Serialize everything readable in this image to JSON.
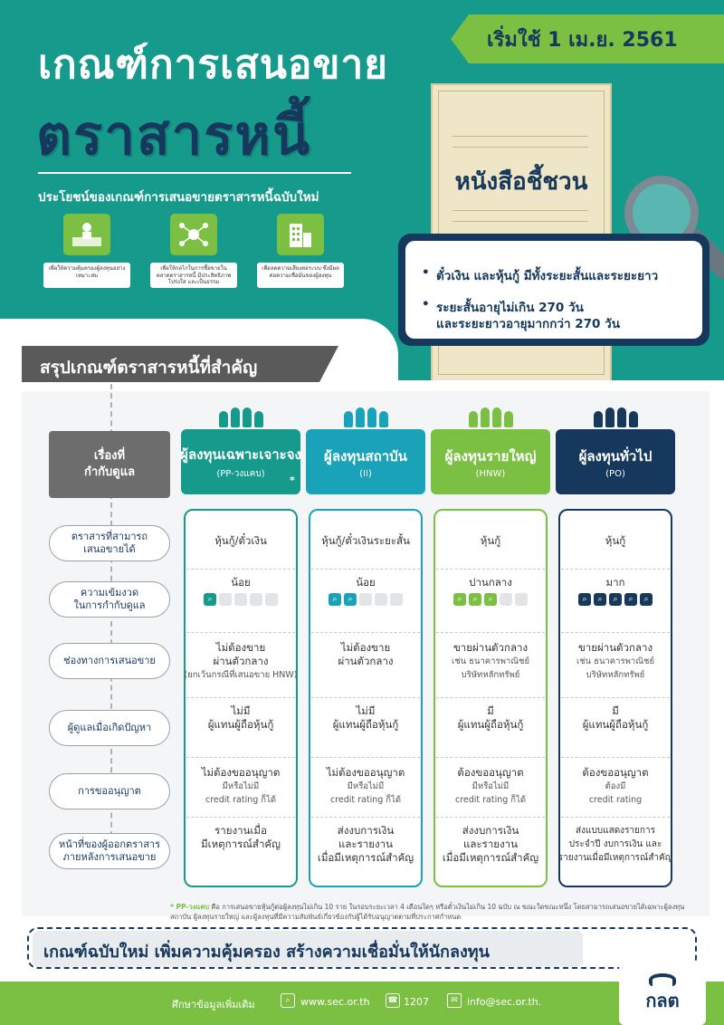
{
  "header": {
    "title_line1": "เกณฑ์การเสนอขาย",
    "title_line2": "ตราสารหนี้",
    "subtitle": "ประโยชน์ของเกณฑ์การเสนอขายตราสารหนี้ฉบับใหม่",
    "start_date": "เริ่มใช้ 1 เม.ย. 2561",
    "benefits": [
      {
        "icon": "investor-shield-icon",
        "caption": "เพื่อให้ความคุ้มครองผู้ลงทุนอย่างเหมาะสม"
      },
      {
        "icon": "network-icon",
        "caption": "เพื่อให้กลไกในการซื้อขายในตลาดตราสารหนี้ มีประสิทธิภาพ โปร่งใส และเป็นธรรม"
      },
      {
        "icon": "building-icon",
        "caption": "เพื่อลดความเสี่ยงต่อระบบ ซึ่งมีผลต่อความเชื่อมั่นของผู้ลงทุน"
      }
    ],
    "prospectus_title": "หนังสือชี้ชวน",
    "callout_bullet1": "ตั๋วเงิน และหุ้นกู้ มีทั้งระยะสั้นและระยะยาว",
    "callout_bullet2_line1": "ระยะสั้นอายุไม่เกิน 270 วัน",
    "callout_bullet2_line2": "และระยะยาวอายุมากกว่า 270 วัน"
  },
  "summary_title": "สรุปเกณฑ์ตราสารหนี้ที่สำคัญ",
  "regulated_header_line1": "เรื่องที่",
  "regulated_header_line2": "กำกับดูแล",
  "row_labels": [
    {
      "line1": "ตราสารที่สามารถ",
      "line2": "เสนอขายได้"
    },
    {
      "line1": "ความเข้มงวด",
      "line2": "ในการกำกับดูแล"
    },
    {
      "line1": "ช่องทางการเสนอขาย",
      "line2": ""
    },
    {
      "line1": "ผู้ดูแลเมื่อเกิดปัญหา",
      "line2": ""
    },
    {
      "line1": "การขออนุญาต",
      "line2": ""
    },
    {
      "line1": "หน้าที่ของผู้ออกตราสาร",
      "line2": "ภายหลังการเสนอขาย"
    }
  ],
  "columns": [
    {
      "name": "ผู้ลงทุนเฉพาะเจาะจง",
      "code": "(PP-วงแคบ)",
      "asterisk": "*",
      "color": "#159a8c",
      "instrument": "หุ้นกู้/ตั๋วเงิน",
      "strictness_label": "น้อย",
      "strictness_level": 1,
      "channel_line1": "ไม่ต้องขาย",
      "channel_line2": "ผ่านตัวกลาง",
      "channel_note": "(ยกเว้นกรณีที่เสนอขาย HNW)",
      "caretaker_line1": "ไม่มี",
      "caretaker_line2": "ผู้แทนผู้ถือหุ้นกู้",
      "permit_line1": "ไม่ต้องขออนุญาต",
      "permit_line2": "มีหรือไม่มี",
      "permit_line3": "credit rating ก็ได้",
      "duty_line1": "รายงานเมื่อ",
      "duty_line2": "มีเหตุการณ์สำคัญ",
      "duty_line3": ""
    },
    {
      "name": "ผู้ลงทุนสถาบัน",
      "code": "(II)",
      "asterisk": "",
      "color": "#1aa3b8",
      "instrument": "หุ้นกู้/ตั๋วเงินระยะสั้น",
      "strictness_label": "น้อย",
      "strictness_level": 2,
      "channel_line1": "ไม่ต้องขาย",
      "channel_line2": "ผ่านตัวกลาง",
      "channel_note": "",
      "caretaker_line1": "ไม่มี",
      "caretaker_line2": "ผู้แทนผู้ถือหุ้นกู้",
      "permit_line1": "ไม่ต้องขออนุญาต",
      "permit_line2": "มีหรือไม่มี",
      "permit_line3": "credit rating ก็ได้",
      "duty_line1": "ส่งงบการเงิน",
      "duty_line2": "และรายงาน",
      "duty_line3": "เมื่อมีเหตุการณ์สำคัญ"
    },
    {
      "name": "ผู้ลงทุนรายใหญ่",
      "code": "(HNW)",
      "asterisk": "",
      "color": "#7bc043",
      "instrument": "หุ้นกู้",
      "strictness_label": "ปานกลาง",
      "strictness_level": 3,
      "channel_line1": "ขายผ่านตัวกลาง",
      "channel_line2": "เช่น ธนาคารพาณิชย์",
      "channel_note": "บริษัทหลักทรัพย์",
      "caretaker_line1": "มี",
      "caretaker_line2": "ผู้แทนผู้ถือหุ้นกู้",
      "permit_line1": "ต้องขออนุญาต",
      "permit_line2": "มีหรือไม่มี",
      "permit_line3": "credit rating ก็ได้",
      "duty_line1": "ส่งงบการเงิน",
      "duty_line2": "และรายงาน",
      "duty_line3": "เมื่อมีเหตุการณ์สำคัญ"
    },
    {
      "name": "ผู้ลงทุนทั่วไป",
      "code": "(PO)",
      "asterisk": "",
      "color": "#16385c",
      "instrument": "หุ้นกู้",
      "strictness_label": "มาก",
      "strictness_level": 5,
      "channel_line1": "ขายผ่านตัวกลาง",
      "channel_line2": "เช่น ธนาคารพาณิชย์",
      "channel_note": "บริษัทหลักทรัพย์",
      "caretaker_line1": "มี",
      "caretaker_line2": "ผู้แทนผู้ถือหุ้นกู้",
      "permit_line1": "ต้องขออนุญาต",
      "permit_line2": "ต้องมี",
      "permit_line3": "credit rating",
      "duty_line1": "ส่งแบบแสดงรายการ",
      "duty_line2": "ประจำปี งบการเงิน และ",
      "duty_line3": "รายงานเมื่อมีเหตุการณ์สำคัญ"
    }
  ],
  "footnote_label": "* PP-วงแคบ",
  "footnote_text": "คือ การเสนอขายหุ้นกู้ต่อผู้ลงทุนไม่เกิน 10 ราย ในรอบระยะเวลา 4 เดือนใดๆ หรือตั๋วเงินไม่เกิน 10 ฉบับ ณ ขณะใดขณะหนึ่ง โดยสามารถเสนอขายได้เฉพาะผู้ลงทุนสถาบัน ผู้ลงทุนรายใหญ่ และผู้ลงทุนที่มีความสัมพันธ์เกี่ยวข้องกับผู้ได้รับอนุญาตตามที่ประกาศกำหนด",
  "banner": "เกณฑ์ฉบับใหม่ เพิ่มความคุ้มครอง สร้างความเชื่อมั่นให้นักลงทุน",
  "footer": {
    "label": "ศึกษาข้อมูลเพิ่มเติม",
    "website": "www.sec.or.th",
    "phone": "1207",
    "email": "info@sec.or.th.",
    "logo_text": "กลต"
  }
}
